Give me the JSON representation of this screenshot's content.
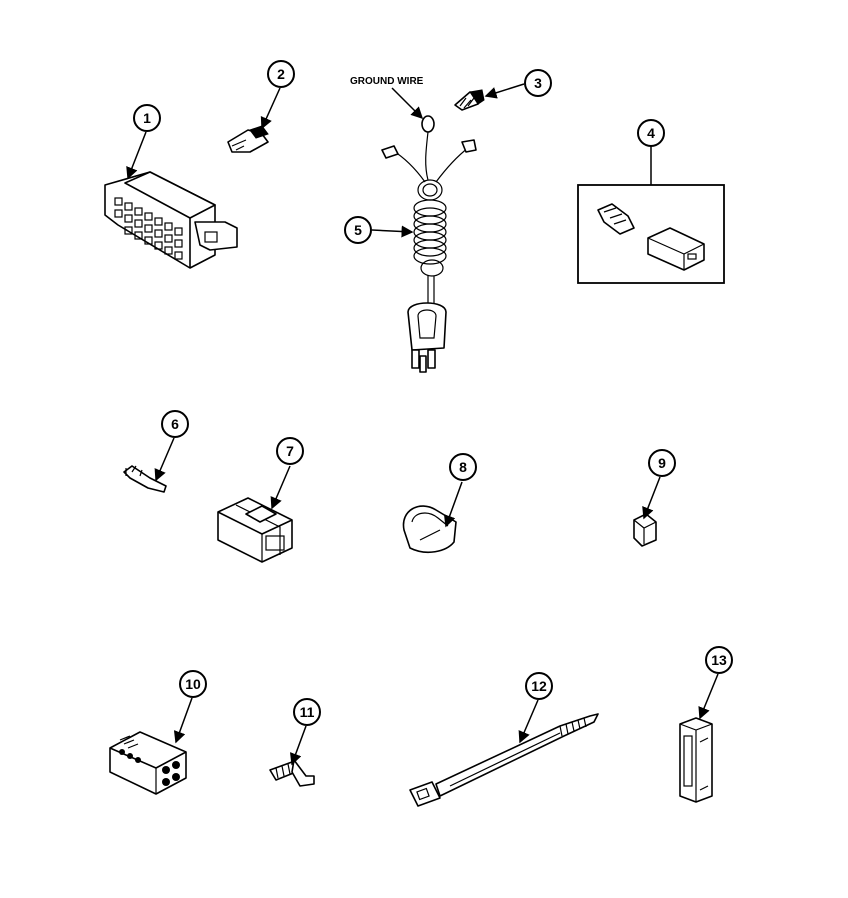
{
  "labels": {
    "ground_wire": "GROUND WIRE"
  },
  "callouts": [
    "1",
    "2",
    "3",
    "4",
    "5",
    "6",
    "7",
    "8",
    "9",
    "10",
    "11",
    "12",
    "13"
  ],
  "colors": {
    "ink": "#000000",
    "paper": "#ffffff"
  }
}
